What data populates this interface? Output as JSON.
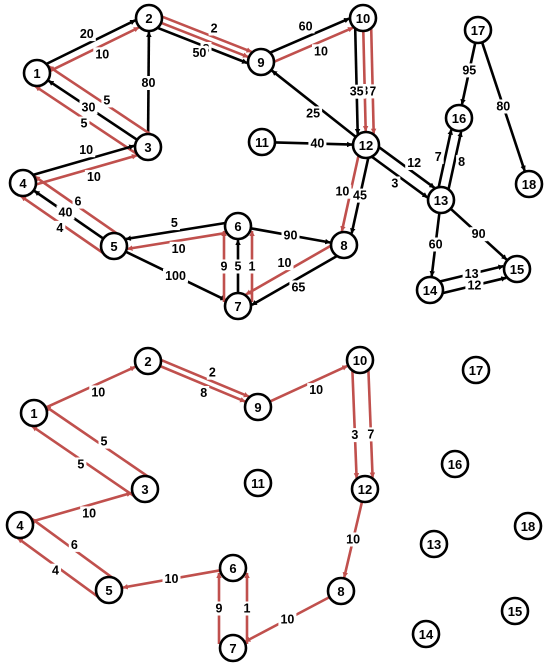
{
  "colors": {
    "black_edge": "#000000",
    "red_edge": "#c0504d",
    "node_stroke": "#000000",
    "node_fill": "#ffffff"
  },
  "top_graph": {
    "nodes": [
      "1",
      "2",
      "3",
      "4",
      "5",
      "6",
      "7",
      "8",
      "9",
      "10",
      "11",
      "12",
      "13",
      "14",
      "15",
      "16",
      "17",
      "18"
    ],
    "edges": [
      {
        "from": "1",
        "to": "2",
        "weight": "20",
        "color": "black"
      },
      {
        "from": "1",
        "to": "2",
        "weight": "10",
        "color": "red"
      },
      {
        "from": "2",
        "to": "9",
        "weight": "2",
        "color": "red"
      },
      {
        "from": "2",
        "to": "9",
        "weight": "8",
        "color": "red"
      },
      {
        "from": "2",
        "to": "9",
        "weight": "50",
        "color": "black"
      },
      {
        "from": "3",
        "to": "2",
        "weight": "80",
        "color": "black"
      },
      {
        "from": "9",
        "to": "10",
        "weight": "60",
        "color": "black"
      },
      {
        "from": "9",
        "to": "10",
        "weight": "10",
        "color": "red"
      },
      {
        "from": "10",
        "to": "12",
        "weight": "7",
        "color": "red"
      },
      {
        "from": "10",
        "to": "12",
        "weight": "3",
        "color": "red"
      },
      {
        "from": "10",
        "to": "12",
        "weight": "35",
        "color": "black"
      },
      {
        "from": "12",
        "to": "9",
        "weight": "25",
        "color": "black"
      },
      {
        "from": "3",
        "to": "1",
        "weight": "5",
        "color": "red"
      },
      {
        "from": "3",
        "to": "1",
        "weight": "30",
        "color": "black"
      },
      {
        "from": "3",
        "to": "1",
        "weight": "5",
        "color": "red"
      },
      {
        "from": "4",
        "to": "3",
        "weight": "10",
        "color": "black"
      },
      {
        "from": "4",
        "to": "3",
        "weight": "10",
        "color": "red"
      },
      {
        "from": "5",
        "to": "4",
        "weight": "4",
        "color": "red"
      },
      {
        "from": "5",
        "to": "4",
        "weight": "40",
        "color": "black"
      },
      {
        "from": "5",
        "to": "4",
        "weight": "6",
        "color": "red"
      },
      {
        "from": "11",
        "to": "12",
        "weight": "40",
        "color": "black"
      },
      {
        "from": "6",
        "to": "5",
        "weight": "10",
        "color": "red"
      },
      {
        "from": "6",
        "to": "5",
        "weight": "5",
        "color": "black"
      },
      {
        "from": "6",
        "to": "8",
        "weight": "90",
        "color": "black"
      },
      {
        "from": "12",
        "to": "8",
        "weight": "45",
        "color": "black"
      },
      {
        "from": "12",
        "to": "8",
        "weight": "10",
        "color": "red"
      },
      {
        "from": "5",
        "to": "7",
        "weight": "100",
        "color": "black"
      },
      {
        "from": "7",
        "to": "6",
        "weight": "9",
        "color": "red"
      },
      {
        "from": "7",
        "to": "6",
        "weight": "5",
        "color": "black"
      },
      {
        "from": "7",
        "to": "6",
        "weight": "1",
        "color": "red"
      },
      {
        "from": "8",
        "to": "7",
        "weight": "65",
        "color": "black"
      },
      {
        "from": "8",
        "to": "7",
        "weight": "10",
        "color": "red"
      },
      {
        "from": "12",
        "to": "13",
        "weight": "12",
        "color": "black"
      },
      {
        "from": "12",
        "to": "13",
        "weight": "3",
        "color": "black"
      },
      {
        "from": "13",
        "to": "16",
        "weight": "7",
        "color": "black"
      },
      {
        "from": "13",
        "to": "16",
        "weight": "8",
        "color": "black"
      },
      {
        "from": "17",
        "to": "16",
        "weight": "95",
        "color": "black"
      },
      {
        "from": "17",
        "to": "18",
        "weight": "80",
        "color": "black"
      },
      {
        "from": "13",
        "to": "15",
        "weight": "90",
        "color": "black"
      },
      {
        "from": "13",
        "to": "14",
        "weight": "60",
        "color": "black"
      },
      {
        "from": "14",
        "to": "15",
        "weight": "13",
        "color": "black"
      },
      {
        "from": "14",
        "to": "15",
        "weight": "12",
        "color": "black"
      }
    ]
  },
  "bottom_graph": {
    "nodes": [
      "1",
      "2",
      "3",
      "4",
      "5",
      "6",
      "7",
      "8",
      "9",
      "10",
      "11",
      "12",
      "13",
      "14",
      "15",
      "16",
      "17",
      "18"
    ],
    "edges": [
      {
        "from": "1",
        "to": "2",
        "weight": "10",
        "color": "red"
      },
      {
        "from": "2",
        "to": "9",
        "weight": "2",
        "color": "red"
      },
      {
        "from": "2",
        "to": "9",
        "weight": "8",
        "color": "red"
      },
      {
        "from": "9",
        "to": "10",
        "weight": "10",
        "color": "red"
      },
      {
        "from": "10",
        "to": "12",
        "weight": "7",
        "color": "red"
      },
      {
        "from": "10",
        "to": "12",
        "weight": "3",
        "color": "red"
      },
      {
        "from": "3",
        "to": "1",
        "weight": "5",
        "color": "red"
      },
      {
        "from": "3",
        "to": "1",
        "weight": "5",
        "color": "red"
      },
      {
        "from": "4",
        "to": "3",
        "weight": "10",
        "color": "red"
      },
      {
        "from": "5",
        "to": "4",
        "weight": "4",
        "color": "red"
      },
      {
        "from": "5",
        "to": "4",
        "weight": "6",
        "color": "red"
      },
      {
        "from": "6",
        "to": "5",
        "weight": "10",
        "color": "red"
      },
      {
        "from": "12",
        "to": "8",
        "weight": "10",
        "color": "red"
      },
      {
        "from": "8",
        "to": "7",
        "weight": "10",
        "color": "red"
      },
      {
        "from": "7",
        "to": "6",
        "weight": "9",
        "color": "red"
      },
      {
        "from": "7",
        "to": "6",
        "weight": "1",
        "color": "red"
      }
    ]
  }
}
